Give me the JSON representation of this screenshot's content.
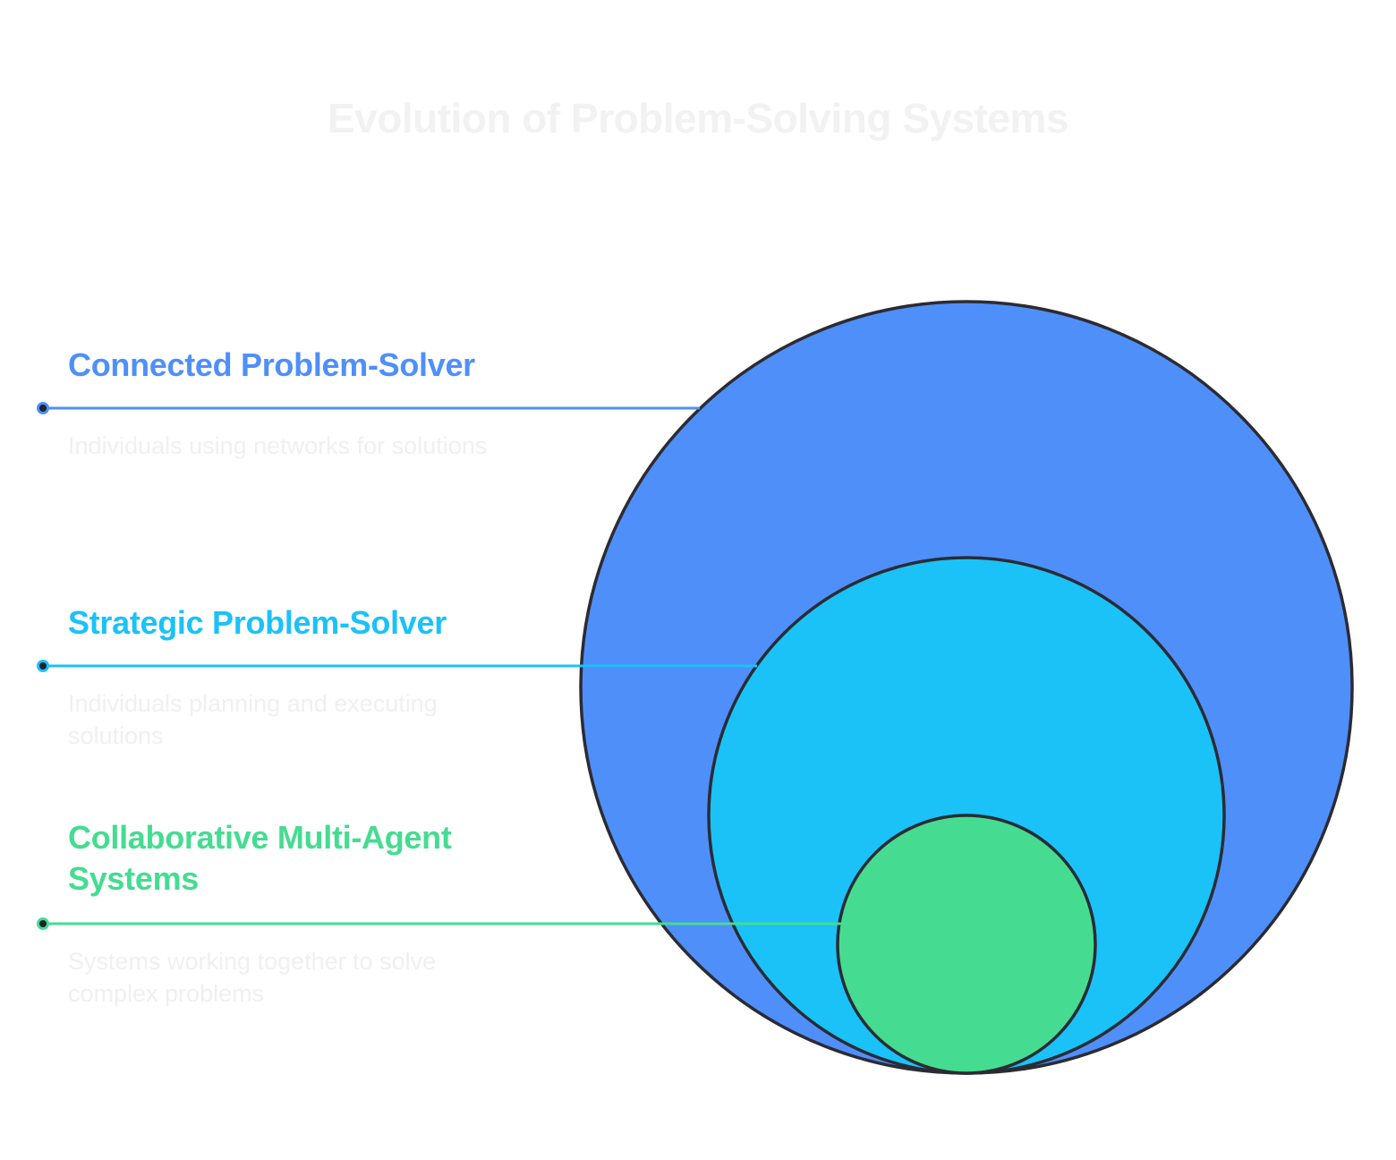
{
  "title": "Evolution of Problem-Solving Systems",
  "colors": {
    "title": "#f2f2f3",
    "description": "#f0f0f1",
    "outline": "#2b2b33",
    "dot": "#1f2430"
  },
  "layers": [
    {
      "title": "Connected Problem-Solver",
      "description": "Individuals using networks for solutions",
      "color": "#4f8ffa"
    },
    {
      "title": "Strategic Problem-Solver",
      "description": "Individuals planning and executing solutions",
      "color": "#1ac2f8"
    },
    {
      "title": "Collaborative Multi-Agent Systems",
      "description": "Systems working together to solve complex problems",
      "color": "#45dc91"
    }
  ]
}
